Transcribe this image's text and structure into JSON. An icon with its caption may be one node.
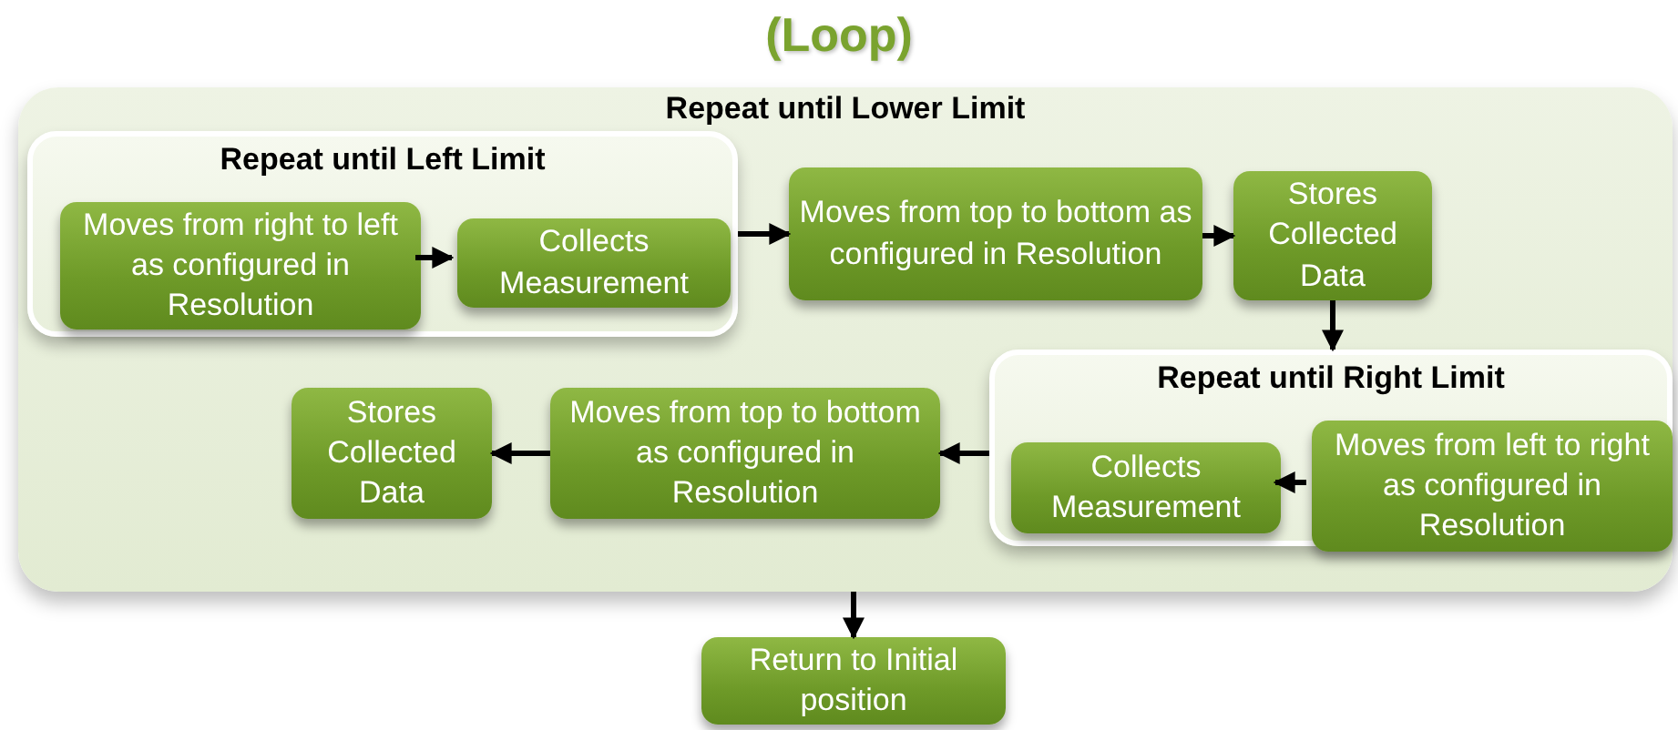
{
  "diagram": {
    "title": "(Loop)",
    "nodes": [
      {
        "text": [
          "Repeat until Lower Limit"
        ]
      },
      {
        "text": [
          "Repeat until Left Limit"
        ],
        "in": 0
      },
      {
        "text": [
          "Moves from right to left as configured in Resolution"
        ],
        "in": 1
      },
      {
        "text": [
          "Collects Measurement"
        ],
        "in": 1
      },
      {
        "text": [
          "Moves from top to bottom as configured in Resolution"
        ],
        "in": 0
      },
      {
        "text": [
          "Stores Collected Data"
        ],
        "in": 0
      },
      {
        "text": [
          "Repeat until Right Limit"
        ],
        "in": 0
      },
      {
        "text": [
          "Moves from left to right as configured in Resolution"
        ],
        "in": 6
      },
      {
        "text": [
          "Collects Measurement"
        ],
        "in": 6
      },
      {
        "text": [
          "Moves from top to bottom as configured in Resolution"
        ],
        "in": 0
      },
      {
        "text": [
          "Stores Collected Data"
        ],
        "in": 0
      },
      {
        "text": [
          "Return to Initial position"
        ]
      }
    ],
    "edges": [
      {
        "from": 2,
        "to": 3,
        "arrow": "to"
      },
      {
        "from": 1,
        "to": 4,
        "arrow": "to"
      },
      {
        "from": 4,
        "to": 5,
        "arrow": "to"
      },
      {
        "from": 5,
        "to": 6,
        "arrow": "to"
      },
      {
        "from": 7,
        "to": 8,
        "arrow": "to"
      },
      {
        "from": 6,
        "to": 9,
        "arrow": "to"
      },
      {
        "from": 9,
        "to": 10,
        "arrow": "to"
      },
      {
        "from": 0,
        "to": 11,
        "arrow": "to"
      }
    ]
  }
}
